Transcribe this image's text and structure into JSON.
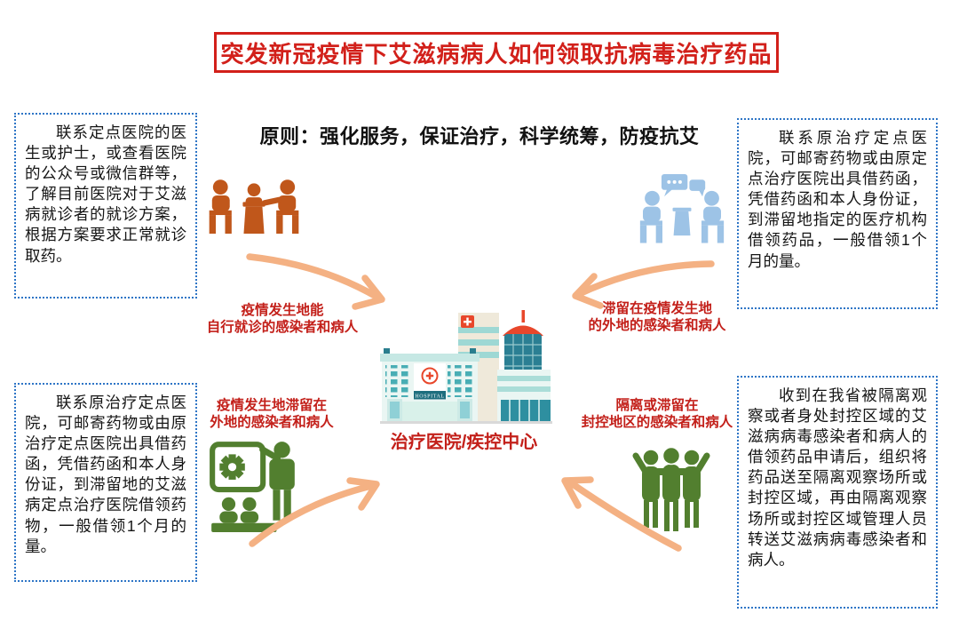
{
  "title": "突发新冠疫情下艾滋病病人如何领取抗病毒治疗药品",
  "principle": "原则：强化服务，保证治疗，科学统筹，防疫抗艾",
  "colors": {
    "title_red": "#d2201a",
    "label_red": "#c3201a",
    "box_border_blue": "#2e75c6",
    "body_text": "#151515",
    "arrow_peach": "#f4b183",
    "icon_orange": "#c0571b",
    "icon_blue": "#9dc3e6",
    "icon_green": "#527f2f",
    "hosp_teal_dark": "#1e6e7e",
    "hosp_teal": "#49aeb5",
    "hosp_mint": "#eaf6f3",
    "hosp_cream": "#efe9da",
    "hosp_red": "#e8472b"
  },
  "center": {
    "label": "治疗医院/疾控中心",
    "hospital_sign": "HOSPITAL"
  },
  "boxes": {
    "top_left": "联系定点医院的医生或护士，或查看医院的公众号或微信群等，了解目前医院对于艾滋病就诊者的就诊方案，根据方案要求正常就诊取药。",
    "top_right": "联系原治疗定点医院，可邮寄药物或由原定点治疗医院出具借药函，凭借药函和本人身份证，到滞留地指定的医疗机构借领药品，一般借领1个月的量。",
    "bottom_left": "联系原治疗定点医院，可邮寄药物或由原治疗定点医院出具借药函，凭借药函和本人身份证，到滞留地的艾滋病定点治疗医院借领药物，一般借领1个月的量。",
    "bottom_right": "收到在我省被隔离观察或者身处封控区域的艾滋病病毒感染者和病人的借领药品申请后，组织将药品送至隔离观察场所或封控区域，再由隔离观察场所或封控区域管理人员转送艾滋病病毒感染者和病人。"
  },
  "flow_labels": {
    "top_left": {
      "line1": "疫情发生地能",
      "line2": "自行就诊的感染者和病人"
    },
    "top_right": {
      "line1": "滞留在疫情发生地",
      "line2": "的外地的感染者和病人"
    },
    "bottom_left": {
      "line1": "疫情发生地滞留在",
      "line2": "外地的感染者和病人"
    },
    "bottom_right": {
      "line1": "隔离或滞留在",
      "line2": "封控地区的感染者和病人"
    }
  },
  "icons": {
    "top_left": "meeting-discussion-icon",
    "top_right": "consultation-chat-icon",
    "bottom_left": "training-presentation-icon",
    "bottom_right": "people-group-icon",
    "center": "hospital-building-illustration"
  }
}
